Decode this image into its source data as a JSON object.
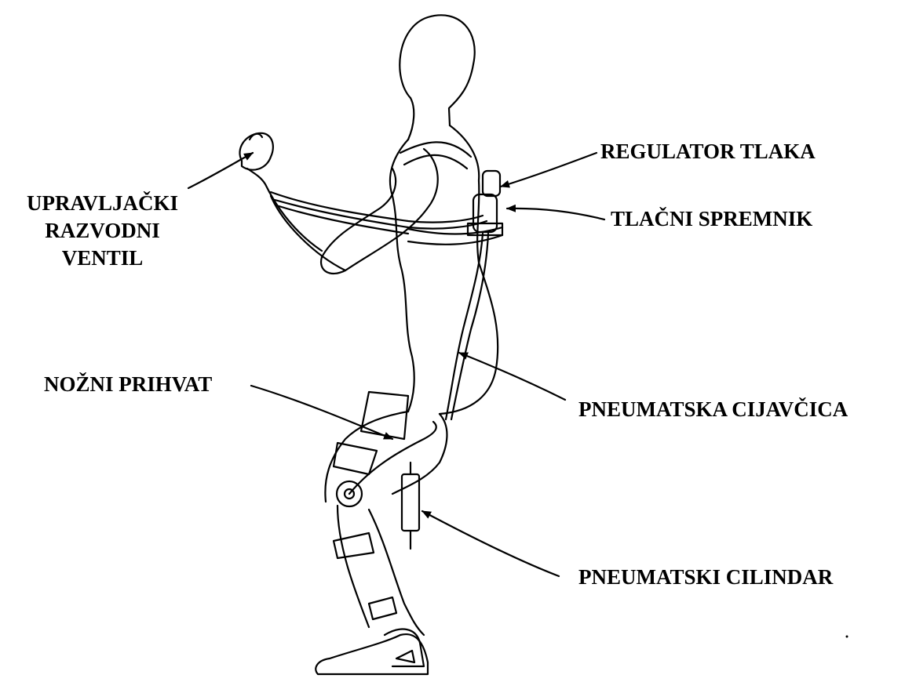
{
  "labels": {
    "control_valve": [
      "UPRAVLJAČKI",
      "RAZVODNI",
      "VENTIL"
    ],
    "pressure_regulator": "REGULATOR TLAKA",
    "pressure_tank": "TLAČNI SPREMNIK",
    "leg_mount": "NOŽNI PRIHVAT",
    "pneumatic_hose": "PNEUMATSKA CIJAVČICA",
    "pneumatic_cylinder": "PNEUMATSKI CILINDAR"
  },
  "colors": {
    "ink": "#000000",
    "background": "#ffffff"
  }
}
